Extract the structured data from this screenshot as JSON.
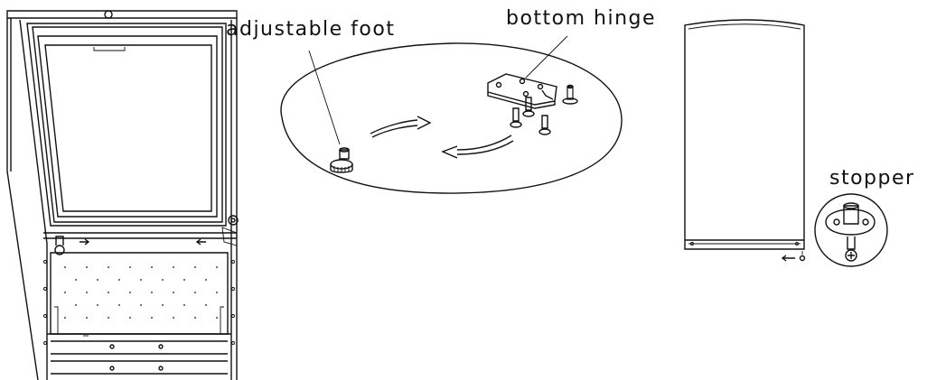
{
  "labels": {
    "adjustable_foot": "adjustable foot",
    "bottom_hinge": "bottom hinge",
    "stopper": "stopper"
  },
  "colors": {
    "line": "#111111",
    "background": "#ffffff"
  }
}
